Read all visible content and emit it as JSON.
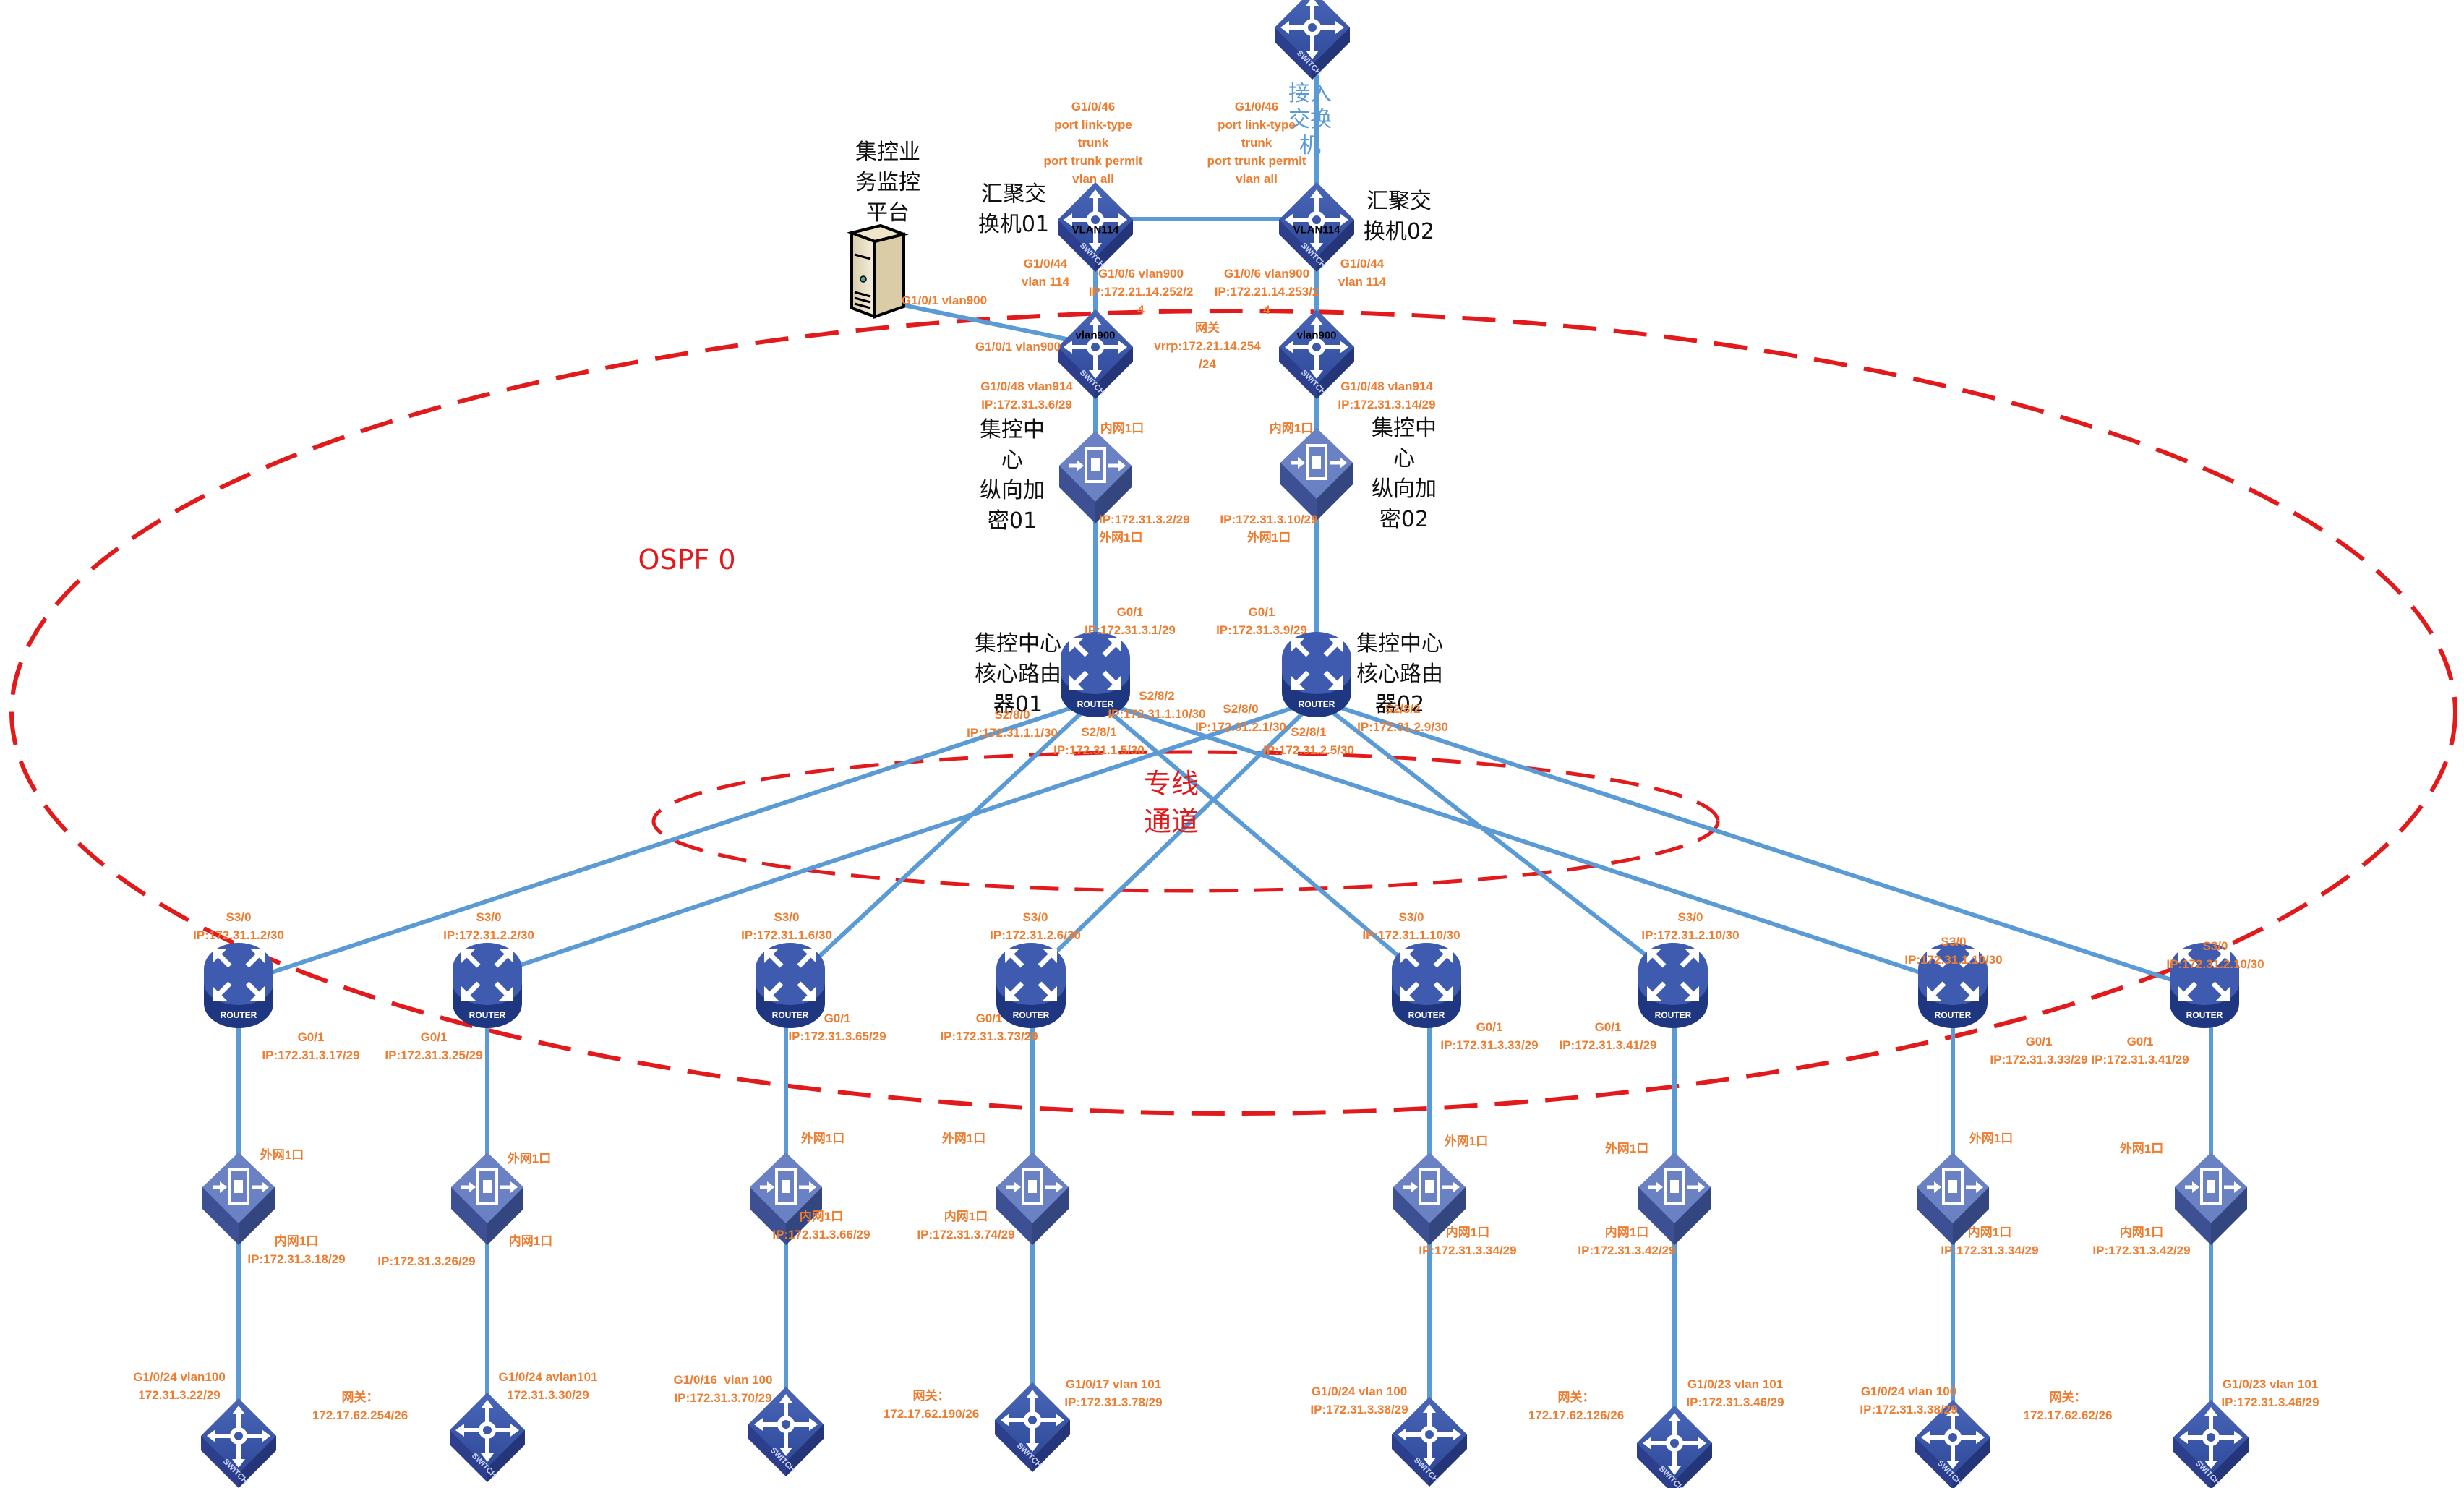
{
  "diagram": {
    "area_labels": {
      "ospf": "OSPF 0",
      "dedicated_line": "专线\n通道"
    },
    "colors": {
      "link": "#5B9BD5",
      "ospf_boundary": "#E31A1C",
      "device": "#3A55A4",
      "label": "#ED7D31"
    },
    "devices": {
      "access_switch": {
        "name": "接入\n交换\n机",
        "type": "switch"
      },
      "agg_switch_01": {
        "name": "汇聚交\n换机01",
        "tag": "VLAN114",
        "type": "switch"
      },
      "agg_switch_02": {
        "name": "汇聚交\n换机02",
        "tag": "VLAN114",
        "type": "switch"
      },
      "monitor_server": {
        "name": "集控业\n务监控\n平台",
        "type": "server"
      },
      "core_switch_01": {
        "tag": "vlan900",
        "type": "switch"
      },
      "core_switch_02": {
        "tag": "vlan900",
        "type": "switch"
      },
      "center_crypto_01": {
        "name": "集控中\n心\n纵向加\n密01",
        "type": "encryptor"
      },
      "center_crypto_02": {
        "name": "集控中\n心\n纵向加\n密02",
        "type": "encryptor"
      },
      "core_router_01": {
        "name": "集控中心\n核心路由\n器01",
        "type": "router"
      },
      "core_router_02": {
        "name": "集控中心\n核心路由\n器02",
        "type": "router"
      }
    },
    "top_labels": {
      "agg01_trunk": "G1/0/46\nport link-type\ntrunk\nport trunk permit\nvlan all",
      "agg02_trunk": "G1/0/46\nport link-type\ntrunk\nport trunk permit\nvlan all",
      "agg01_down": "G1/0/44\nvlan 114",
      "agg02_down": "G1/0/44\nvlan 114",
      "core01_g6": "G1/0/6 vlan900\nIP:172.21.14.252/2\n4",
      "core02_g6": "G1/0/6 vlan900\nIP:172.21.14.253/2\n4",
      "server_port": "G1/0/1 vlan900",
      "core01_g1": "G1/0/1 vlan900",
      "gateway_vrrp": "网关\nvrrp:172.21.14.254\n/24",
      "core01_g48": "G1/0/48 vlan914\nIP:172.31.3.6/29",
      "core02_g48": "G1/0/48 vlan914\nIP:172.31.3.14/29",
      "crypto01_in": "内网1口",
      "crypto02_in": "内网1口",
      "crypto01_out": "IP:172.31.3.2/29\n外网1口",
      "crypto02_out": "IP:172.31.3.10/29\n外网1口",
      "router01_g01": "G0/1\nIP:172.31.3.1/29",
      "router02_g01": "G0/1\nIP:172.31.3.9/29",
      "r01_s280": "S2/8/0\nIP:172.31.1.1/30",
      "r01_s281": "S2/8/1\nIP:172.31.1.5/30",
      "r01_s282": "S2/8/2\nIP:172.31.1.10/30",
      "r02_s280": "S2/8/0\nIP:172.31.2.1/30",
      "r02_s281": "S2/8/1\nIP:172.31.2.5/30",
      "r02_s282": "S2/8/2\nIP:172.31.2.9/30"
    },
    "sites": [
      {
        "s30": "S3/0\nIP:172.31.1.2/30",
        "g01": "G0/1\nIP:172.31.3.17/29",
        "out": "外网1口",
        "in": "内网1口\nIP:172.31.3.18/29",
        "sw": "G1/0/24 vlan100\n172.31.3.22/29"
      },
      {
        "s30": "S3/0\nIP:172.31.2.2/30",
        "g01": "G0/1\nIP:172.31.3.25/29",
        "out": "外网1口",
        "in": "内网1口",
        "in_ip": "IP:172.31.3.26/29",
        "sw": "G1/0/24 avlan101\n172.31.3.30/29"
      },
      {
        "s30": "S3/0\nIP:172.31.1.6/30",
        "g01": "G0/1\nIP:172.31.3.65/29",
        "out": "外网1口",
        "in": "内网1口\nIP:172.31.3.66/29",
        "sw": "G1/0/16  vlan 100\nIP:172.31.3.70/29"
      },
      {
        "s30": "S3/0\nIP:172.31.2.6/30",
        "g01": "G0/1\nIP:172.31.3.73/29",
        "out": "外网1口",
        "in": "内网1口\nIP:172.31.3.74/29",
        "sw": "G1/0/17 vlan 101\nIP:172.31.3.78/29"
      },
      {
        "s30": "S3/0\nIP:172.31.1.10/30",
        "g01": "G0/1\nIP:172.31.3.33/29",
        "out": "外网1口",
        "in": "内网1口\nIP:172.31.3.34/29",
        "sw": "G1/0/24 vlan 100\nIP:172.31.3.38/29"
      },
      {
        "s30": "S3/0\nIP:172.31.2.10/30",
        "g01": "G0/1\nIP:172.31.3.41/29",
        "out": "外网1口",
        "in": "内网1口\nIP:172.31.3.42/29",
        "sw": "G1/0/23 vlan 101\nIP:172.31.3.46/29"
      },
      {
        "s30": "S3/0\nIP:172.31.1.10/30",
        "g01": "G0/1\nIP:172.31.3.33/29",
        "out": "外网1口",
        "in": "内网1口\nIP:172.31.3.34/29",
        "sw": "G1/0/24 vlan 100\nIP:172.31.3.38/29"
      },
      {
        "s30": "S3/0\nIP:172.31.2.10/30",
        "g01": "G0/1\nIP:172.31.3.41/29",
        "out": "外网1口",
        "in": "内网1口\nIP:172.31.3.42/29",
        "sw": "G1/0/23 vlan 101\nIP:172.31.3.46/29"
      }
    ],
    "gateways": [
      "网关：\n172.17.62.254/26",
      "网关：\n172.17.62.190/26",
      "网关：\n172.17.62.126/26",
      "网关：\n172.17.62.62/26"
    ],
    "device_text": {
      "switch": "SWITCH",
      "router": "ROUTER"
    }
  }
}
